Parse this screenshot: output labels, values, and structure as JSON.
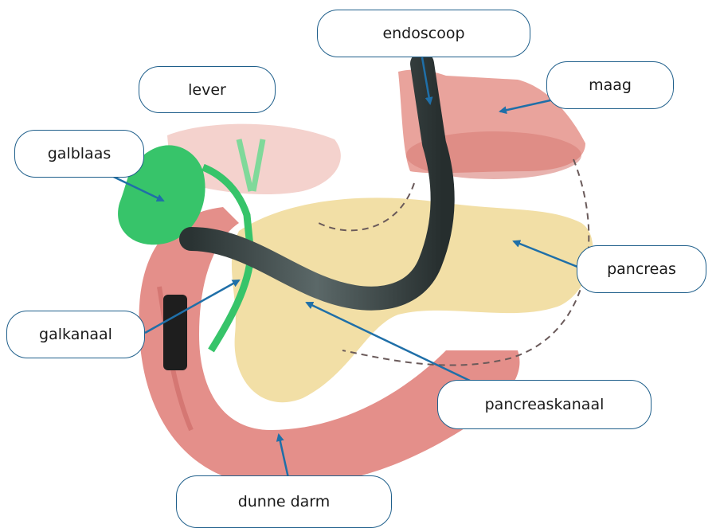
{
  "labels": {
    "endoscoop": "endoscoop",
    "lever": "lever",
    "maag": "maag",
    "galblaas": "galblaas",
    "pancreas": "pancreas",
    "galkanaal": "galkanaal",
    "pancreaskanaal": "pancreaskanaal",
    "dunne_darm": "dunne darm"
  },
  "colors": {
    "label_border": "#1f5f8b",
    "arrow": "#1f6fa8",
    "gallbladder": "#37c46a",
    "pancreas": "#f2dfa6",
    "stomach": "#e9a39c",
    "intestine": "#e48f8a",
    "endoscope": "#3e4a4a"
  }
}
